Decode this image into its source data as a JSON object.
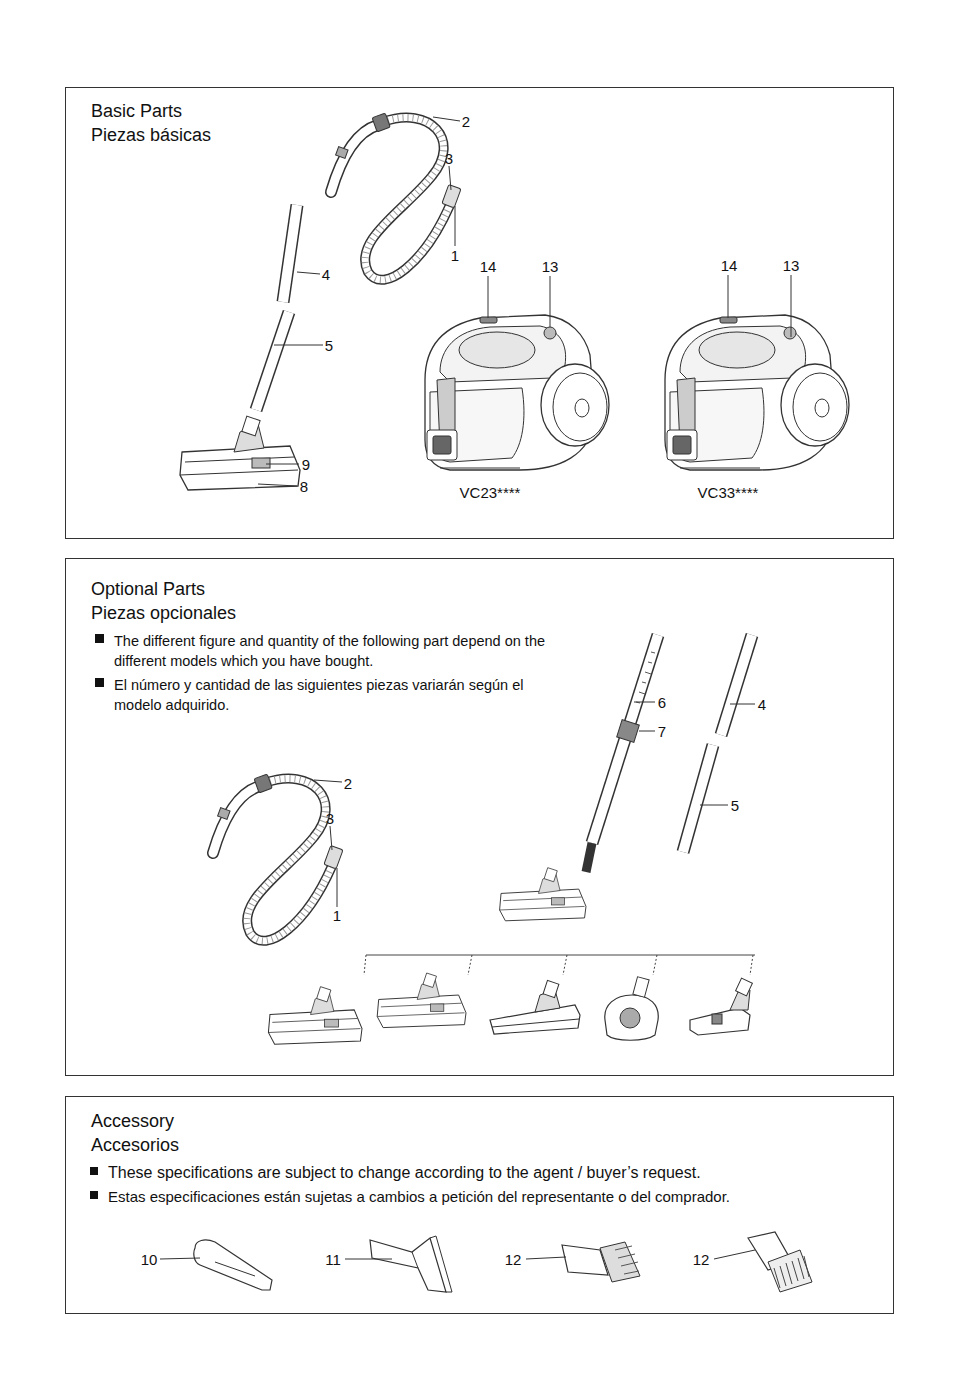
{
  "diagram": {
    "nodes": [
      {
        "text": [
          "Basic Parts",
          "Piezas básicas"
        ]
      },
      {
        "text": [
          "Optional Parts",
          "Piezas opcionales",
          "The different figure and quantity of the following part depend on the different models which you have bought.",
          "El número y cantidad de las siguientes piezas variarán según el modelo adquirido."
        ]
      },
      {
        "text": [
          "Accessory",
          "Accesorios",
          "These specifications are subject to change according to the agent / buyer’s request.",
          "Estas especificaciones están sujetas a cambios a petición del representante o del comprador."
        ]
      }
    ],
    "labels": [
      "2",
      "3",
      "1",
      "4",
      "5",
      "9",
      "8",
      "14",
      "13",
      "14",
      "13",
      "VC23****",
      "VC33****",
      "6",
      "7",
      "4",
      "5",
      "2",
      "3",
      "1",
      "10",
      "11",
      "12",
      "12"
    ]
  }
}
